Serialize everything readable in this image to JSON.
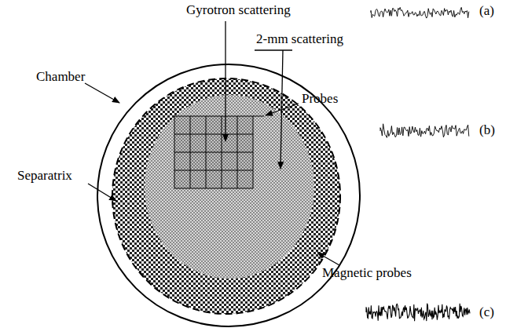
{
  "diagram": {
    "labels": [
      "Gyrotron scattering",
      "(a)",
      "2-mm scattering",
      "Chamber",
      "Probes",
      "(b)",
      "Separatrix",
      "Magnetic probes",
      "(c)"
    ]
  }
}
